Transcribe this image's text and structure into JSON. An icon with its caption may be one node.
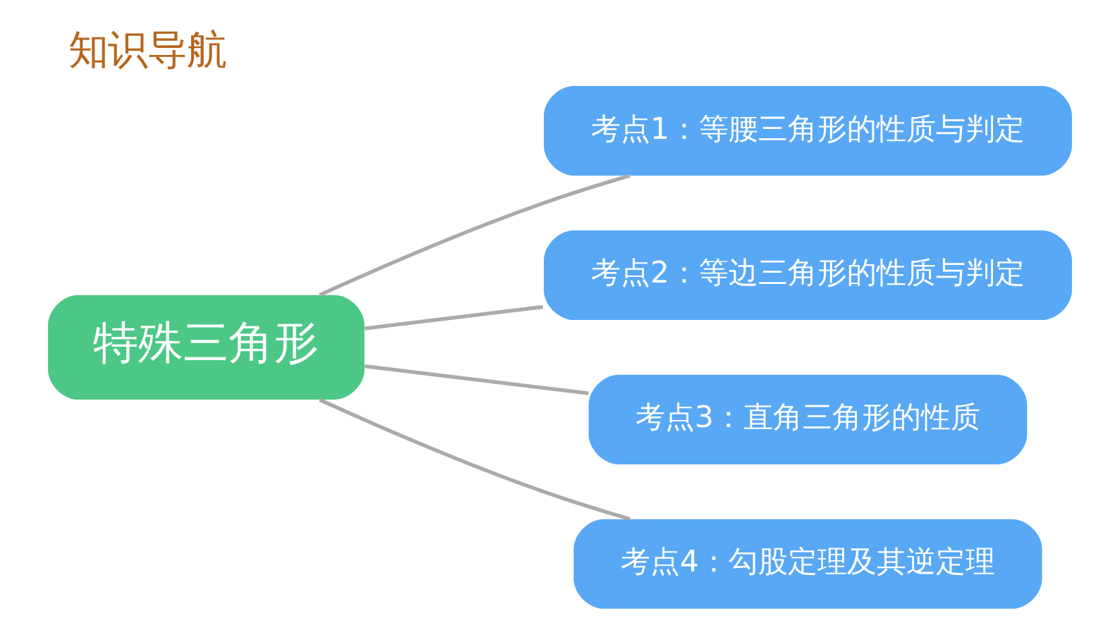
{
  "diagram": {
    "title": "知识导航",
    "nodes": [
      {
        "text": [
          "特殊三角形"
        ]
      },
      {
        "text": [
          "考点1：等腰三角形的性质与判定"
        ]
      },
      {
        "text": [
          "考点2：等边三角形的性质与判定"
        ]
      },
      {
        "text": [
          "考点3：直角三角形的性质"
        ]
      },
      {
        "text": [
          "考点4：勾股定理及其逆定理"
        ]
      }
    ],
    "edges": [
      {
        "from": 0,
        "to": 1,
        "arrow": "none"
      },
      {
        "from": 0,
        "to": 2,
        "arrow": "none"
      },
      {
        "from": 0,
        "to": 3,
        "arrow": "none"
      },
      {
        "from": 0,
        "to": 4,
        "arrow": "none"
      }
    ]
  }
}
